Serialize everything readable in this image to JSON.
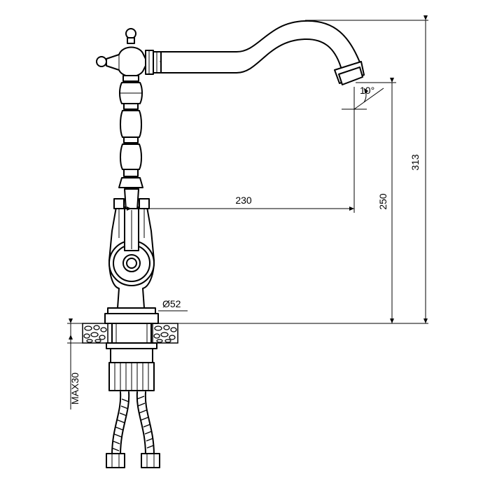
{
  "dimensions": {
    "reach": "230",
    "total_height": "313",
    "spout_height": "250",
    "base_diameter": "Ø52",
    "deck_thickness": "MAX30",
    "outlet_angle": "10°"
  },
  "colors": {
    "line": "#000000",
    "background": "#ffffff"
  }
}
